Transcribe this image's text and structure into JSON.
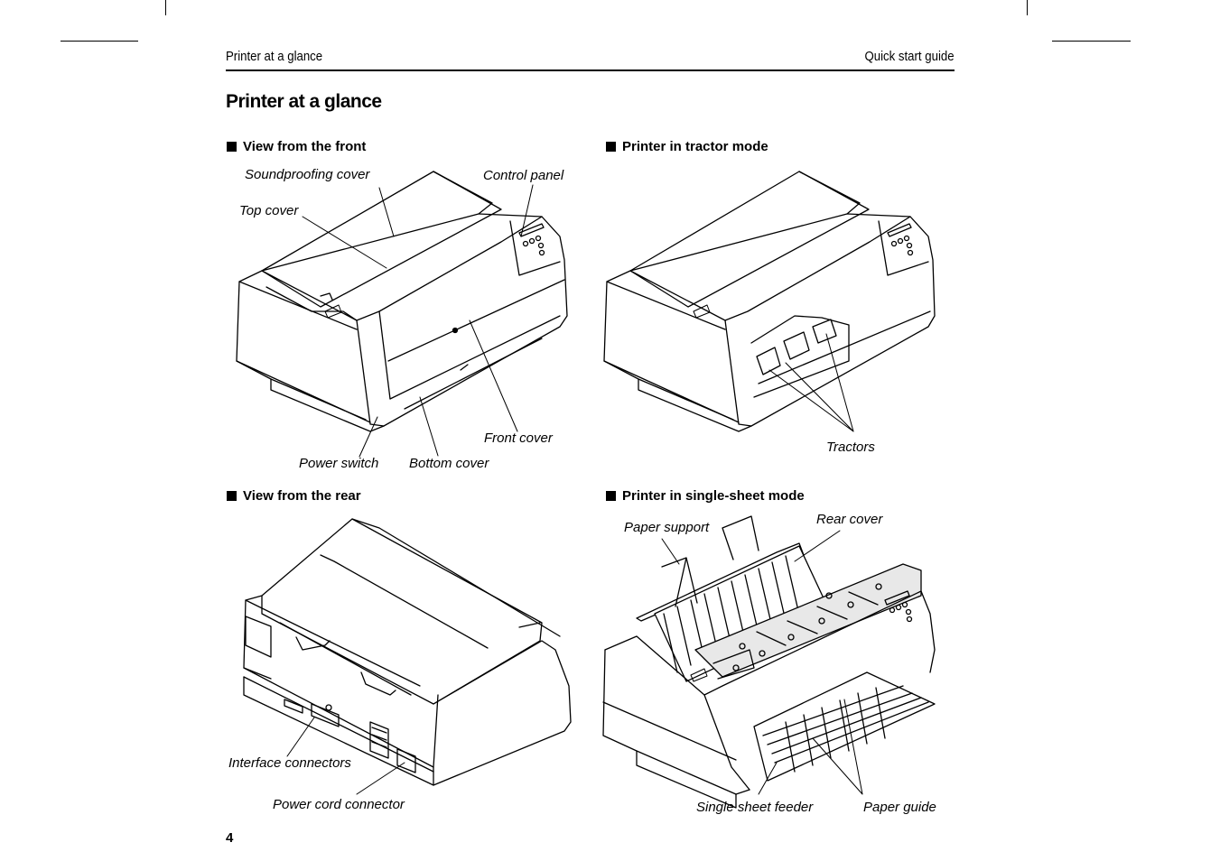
{
  "header": {
    "left": "Printer at a glance",
    "right": "Quick start guide"
  },
  "page_title": "Printer at a glance",
  "sections": {
    "front": {
      "heading": "View from the front",
      "labels": {
        "soundproofing_cover": "Soundproofing cover",
        "top_cover": "Top cover",
        "control_panel": "Control panel",
        "front_cover": "Front cover",
        "power_switch": "Power switch",
        "bottom_cover": "Bottom cover"
      }
    },
    "tractor": {
      "heading": "Printer in tractor mode",
      "labels": {
        "tractors": "Tractors"
      }
    },
    "rear": {
      "heading": "View from the rear",
      "labels": {
        "interface_connectors": "Interface connectors",
        "power_cord_connector": "Power cord connector"
      }
    },
    "single_sheet": {
      "heading": "Printer in single-sheet mode",
      "labels": {
        "paper_support": "Paper support",
        "rear_cover": "Rear cover",
        "single_sheet_feeder": "Single sheet feeder",
        "paper_guide": "Paper guide"
      }
    }
  },
  "page_number": "4"
}
